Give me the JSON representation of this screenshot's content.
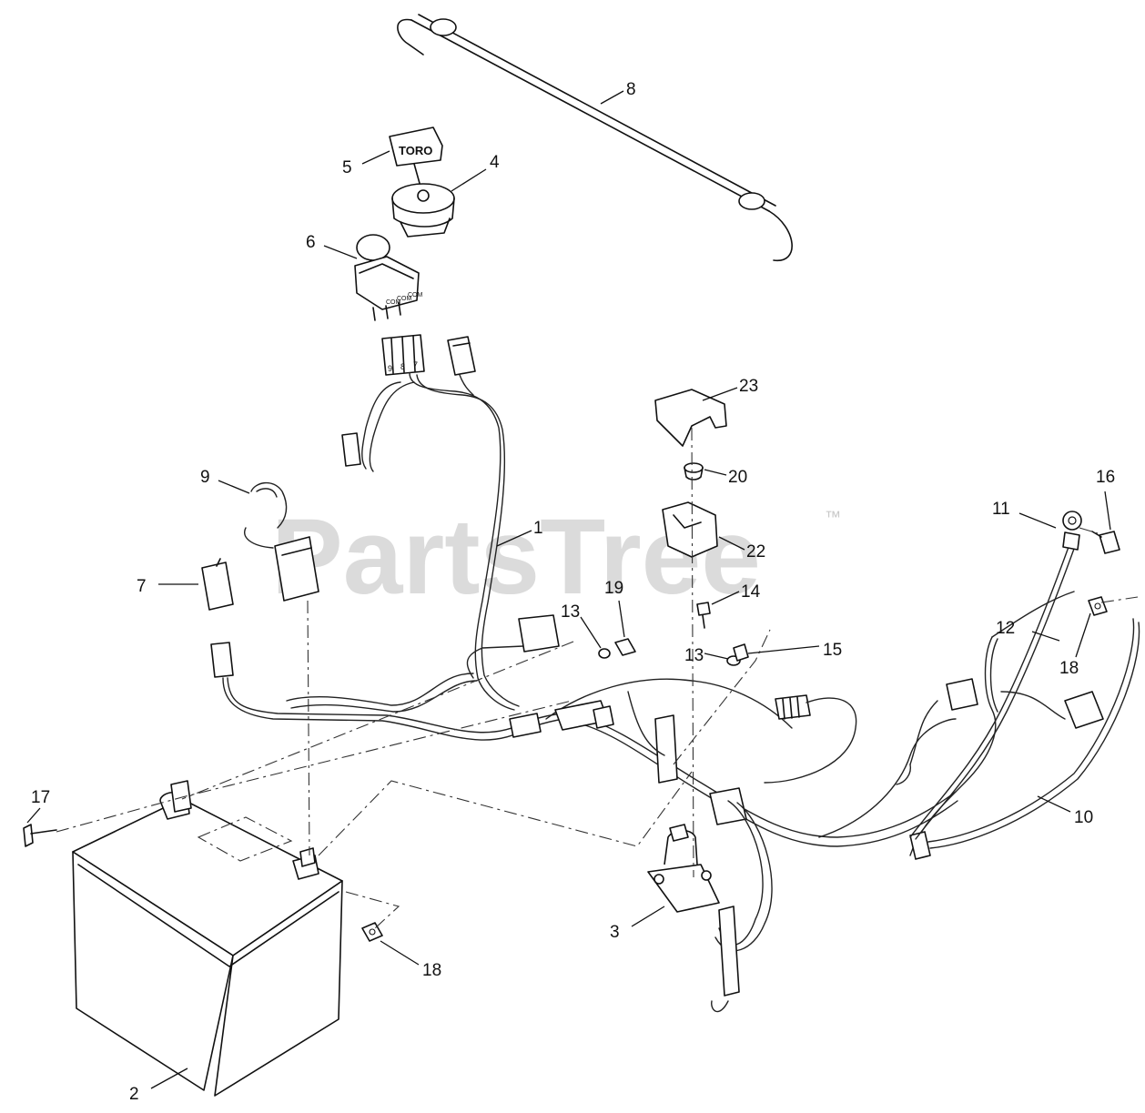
{
  "watermark": {
    "brand": "PartsTree",
    "trademark": "™"
  },
  "key_tag_text": "TORO",
  "switch_text": [
    "COM",
    "COM",
    "COM"
  ],
  "connector_text": [
    "9",
    "8",
    "7"
  ],
  "callouts": [
    "1",
    "2",
    "3",
    "4",
    "5",
    "6",
    "7",
    "8",
    "9",
    "10",
    "11",
    "12",
    "13",
    "13",
    "14",
    "15",
    "16",
    "17",
    "18",
    "18",
    "19",
    "20",
    "22",
    "23"
  ]
}
